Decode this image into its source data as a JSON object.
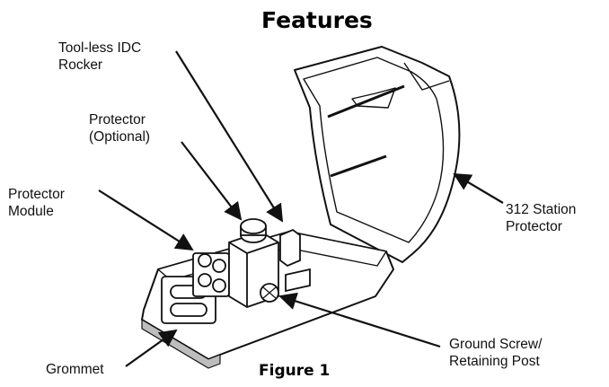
{
  "title": "Features",
  "caption": "Figure 1",
  "labels": {
    "rocker": [
      "Tool-less IDC",
      "Rocker"
    ],
    "protector_optional": [
      "Protector",
      "(Optional)"
    ],
    "protector_module": [
      "Protector",
      "Module"
    ],
    "station_protector": [
      "312 Station",
      "Protector"
    ],
    "grommet": [
      "Grommet"
    ],
    "ground_screw": [
      "Ground Screw/",
      "Retaining Post"
    ]
  },
  "colors": {
    "line": "#111111",
    "fill": "#ffffff",
    "shade": "#bdbdbd"
  }
}
